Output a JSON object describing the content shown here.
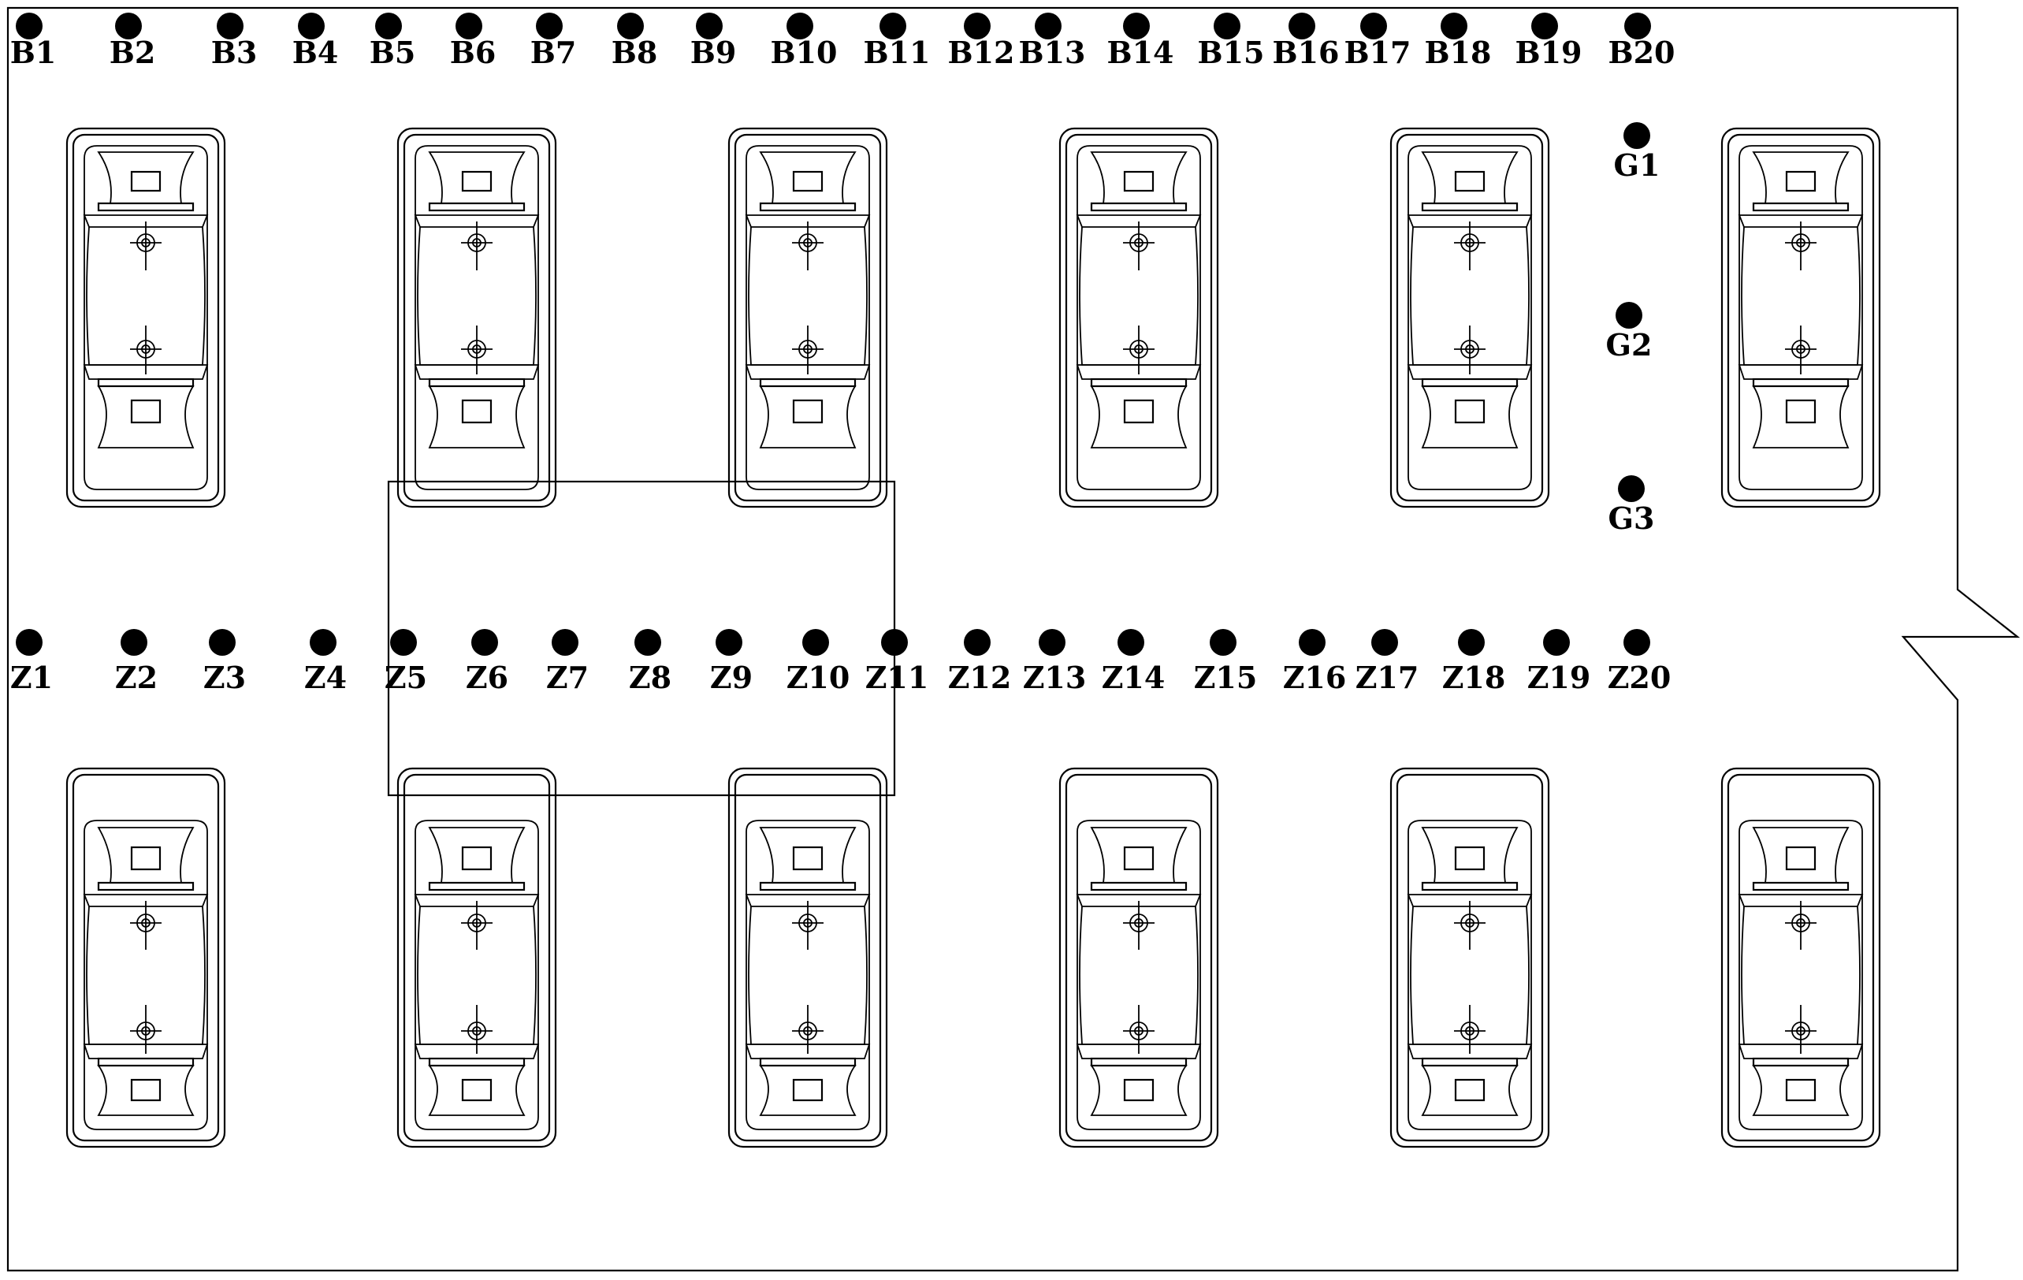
{
  "top_points": [
    "B1",
    "B2",
    "B3",
    "B4",
    "B5",
    "B6",
    "B7",
    "B8",
    "B9",
    "B10",
    "B11",
    "B12",
    "B13",
    "B14",
    "B15",
    "B16",
    "B17",
    "B18",
    "B19",
    "B20"
  ],
  "middle_points": [
    "Z1",
    "Z2",
    "Z3",
    "Z4",
    "Z5",
    "Z6",
    "Z7",
    "Z8",
    "Z9",
    "Z10",
    "Z11",
    "Z12",
    "Z13",
    "Z14",
    "Z15",
    "Z16",
    "Z17",
    "Z18",
    "Z19",
    "Z20"
  ],
  "side_points": [
    "G1",
    "G2",
    "G3"
  ],
  "seat_rows": [
    {
      "row": "upper",
      "seats": 6
    },
    {
      "row": "lower",
      "seats": 6
    }
  ],
  "colors": {
    "stroke": "#000000",
    "point": "#000000",
    "background": "#ffffff"
  }
}
